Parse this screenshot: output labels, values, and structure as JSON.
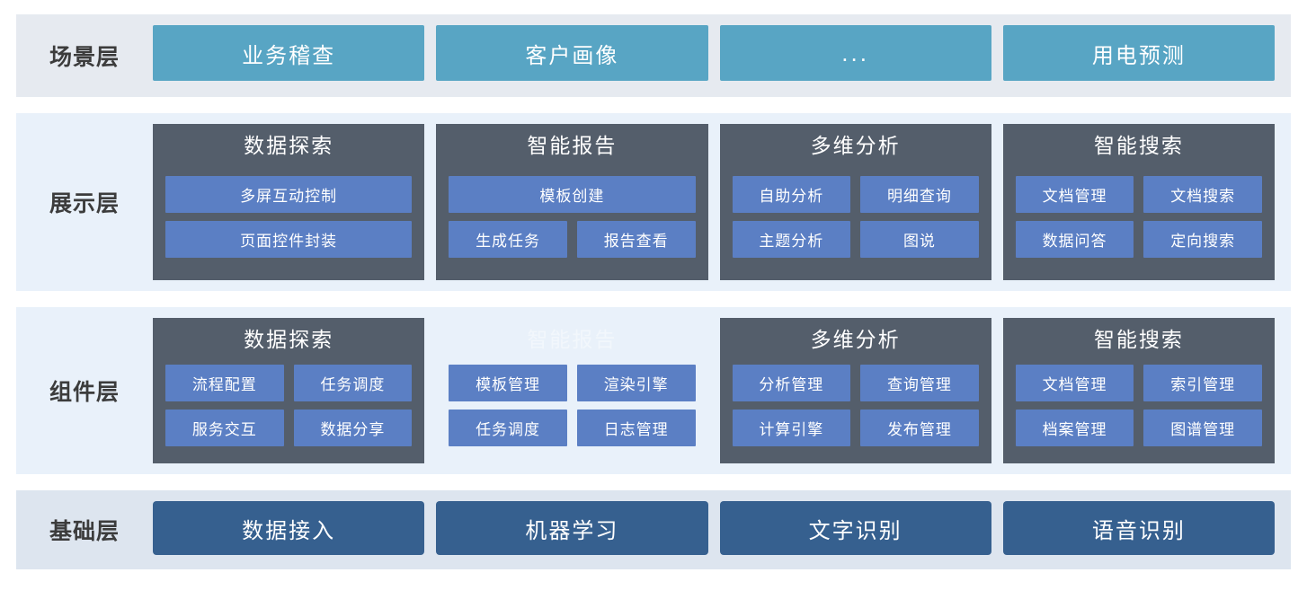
{
  "palette": {
    "scene_band_bg": "#e6eaf0",
    "present_band_bg": "#e9f1fa",
    "component_band_bg": "#e9f1fa",
    "base_band_bg": "#dde5ef",
    "scene_pill": "#58a5c4",
    "base_pill": "#36608f",
    "card_bg": "#545e6b",
    "chip_bg": "#5b7fc4",
    "label_text": "#3c3c3c"
  },
  "layers": [
    {
      "id": "scene",
      "label": "场景层",
      "style": "pill-teal",
      "items": [
        {
          "title": "业务稽查"
        },
        {
          "title": "客户画像"
        },
        {
          "title": "..."
        },
        {
          "title": "用电预测"
        }
      ]
    },
    {
      "id": "presentation",
      "label": "展示层",
      "style": "card",
      "items": [
        {
          "title": "数据探索",
          "ghost": false,
          "rows": [
            [
              "多屏互动控制"
            ],
            [
              "页面控件封装"
            ]
          ]
        },
        {
          "title": "智能报告",
          "ghost": false,
          "rows": [
            [
              "模板创建"
            ],
            [
              "生成任务",
              "报告查看"
            ]
          ]
        },
        {
          "title": "多维分析",
          "ghost": false,
          "rows": [
            [
              "自助分析",
              "明细查询"
            ],
            [
              "主题分析",
              "图说"
            ]
          ]
        },
        {
          "title": "智能搜索",
          "ghost": false,
          "rows": [
            [
              "文档管理",
              "文档搜索"
            ],
            [
              "数据问答",
              "定向搜索"
            ]
          ]
        }
      ]
    },
    {
      "id": "component",
      "label": "组件层",
      "style": "card",
      "items": [
        {
          "title": "数据探索",
          "ghost": false,
          "rows": [
            [
              "流程配置",
              "任务调度"
            ],
            [
              "服务交互",
              "数据分享"
            ]
          ]
        },
        {
          "title": "智能报告",
          "ghost": true,
          "rows": [
            [
              "模板管理",
              "渲染引擎"
            ],
            [
              "任务调度",
              "日志管理"
            ]
          ]
        },
        {
          "title": "多维分析",
          "ghost": false,
          "rows": [
            [
              "分析管理",
              "查询管理"
            ],
            [
              "计算引擎",
              "发布管理"
            ]
          ]
        },
        {
          "title": "智能搜索",
          "ghost": false,
          "rows": [
            [
              "文档管理",
              "索引管理"
            ],
            [
              "档案管理",
              "图谱管理"
            ]
          ]
        }
      ]
    },
    {
      "id": "base",
      "label": "基础层",
      "style": "pill-navy",
      "items": [
        {
          "title": "数据接入"
        },
        {
          "title": "机器学习"
        },
        {
          "title": "文字识别"
        },
        {
          "title": "语音识别"
        }
      ]
    }
  ]
}
